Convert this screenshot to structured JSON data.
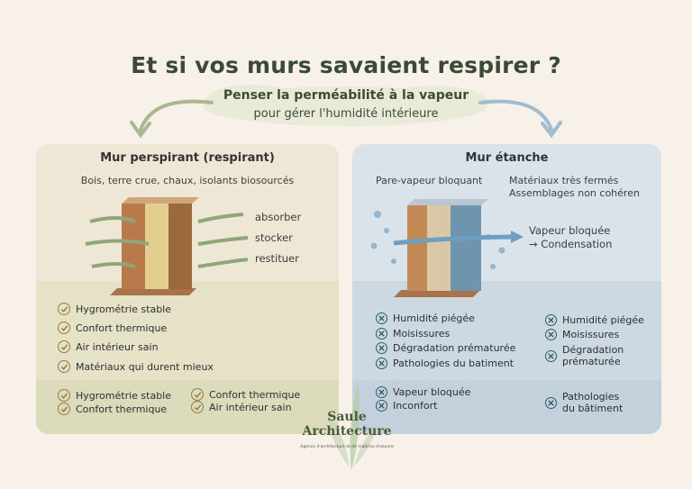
{
  "title": "Et si vos murs savaient respirer ?",
  "subtitle_1": "Penser la perméabilité à la vapeur",
  "subtitle_2": "pour gérer l'humidité intérieure",
  "left": {
    "title": "Mur perspirant (respirant)",
    "materials": "Bois, terre crue, chaux, isolants biosourcés",
    "actions": [
      "absorber",
      "stocker",
      "restituer"
    ],
    "benefits": [
      "Hygrométrie stable",
      "Confort thermique",
      "Air intérieur sain",
      "Matériaux qui durent mieux"
    ],
    "summary_col1": [
      "Hygrométrie stable",
      "Confort thermique"
    ],
    "summary_col2": [
      "Confort thermique",
      "Air intérieur sain"
    ]
  },
  "right": {
    "title": "Mur étanche",
    "barrier": "Pare-vapeur bloquant",
    "materials_1": "Matériaux très fermés",
    "materials_2": "Assemblages non cohéren",
    "blocked_1": "Vapeur bloquée",
    "blocked_2": "→ Condensation",
    "problems_col1": [
      "Humidité piégée",
      "Moisissures",
      "Dégradation prématurée",
      "Pathologies du batiment"
    ],
    "problems_col2": [
      "Humidité piégée",
      "Moisissures",
      "Dégradation prématurée",
      "Pathologies du bâtiment"
    ],
    "summary_col1": [
      "Vapeur bloquée",
      "Inconfort"
    ],
    "summary_col2": [
      "Pathologies du bâtiment"
    ]
  },
  "brand": {
    "name_1": "Saule",
    "name_2": "Architecture",
    "tagline": "Agence d'architecture et de maîtrise d'oeuvre"
  },
  "colors": {
    "title": "#3b4a35",
    "left_panel": "#efe7d6",
    "right_panel": "#dbe3ea",
    "check": "#9a7a3c",
    "cross": "#2f5a63"
  }
}
